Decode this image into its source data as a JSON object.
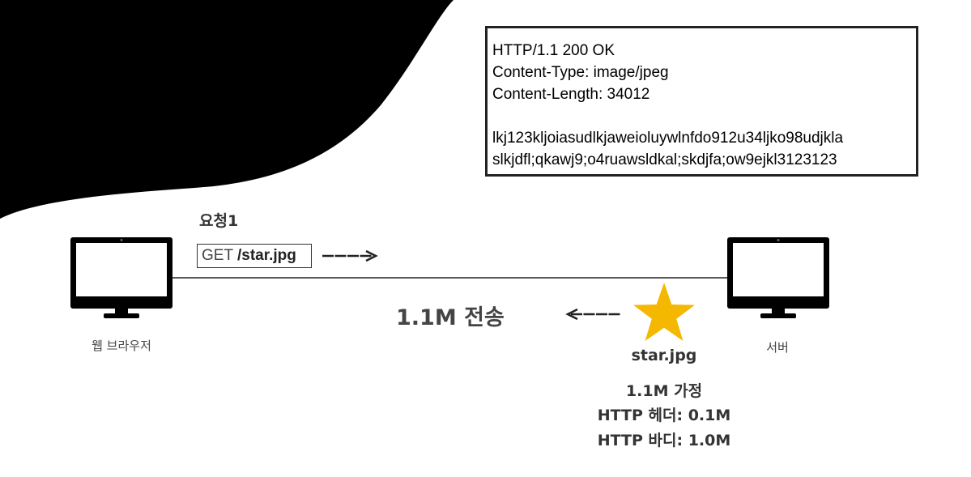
{
  "response": {
    "status_line": "HTTP/1.1 200 OK",
    "header_content_type": "Content-Type: image/jpeg",
    "header_content_length": "Content-Length: 34012",
    "blank": "",
    "body_line1": "lkj123kljoiasudlkjaweioluywlnfdo912u34ljko98udjkla",
    "body_line2": "slkjdfl;qkawj9;o4ruawsldkal;skdjfa;ow9ejkl3123123"
  },
  "request": {
    "title": "요청1",
    "method": "GET",
    "path": "/star.jpg"
  },
  "transfer_label": "1.1M 전송",
  "client_label": "웹 브라우저",
  "server_label": "서버",
  "resource_label": "star.jpg",
  "assumptions": {
    "line1": "1.1M 가정",
    "line2": "HTTP 헤더: 0.1M",
    "line3": "HTTP 바디: 1.0M"
  },
  "colors": {
    "background_outer": "#000000",
    "background_inner": "#ffffff",
    "star": "#f5b800",
    "text": "#333333"
  }
}
